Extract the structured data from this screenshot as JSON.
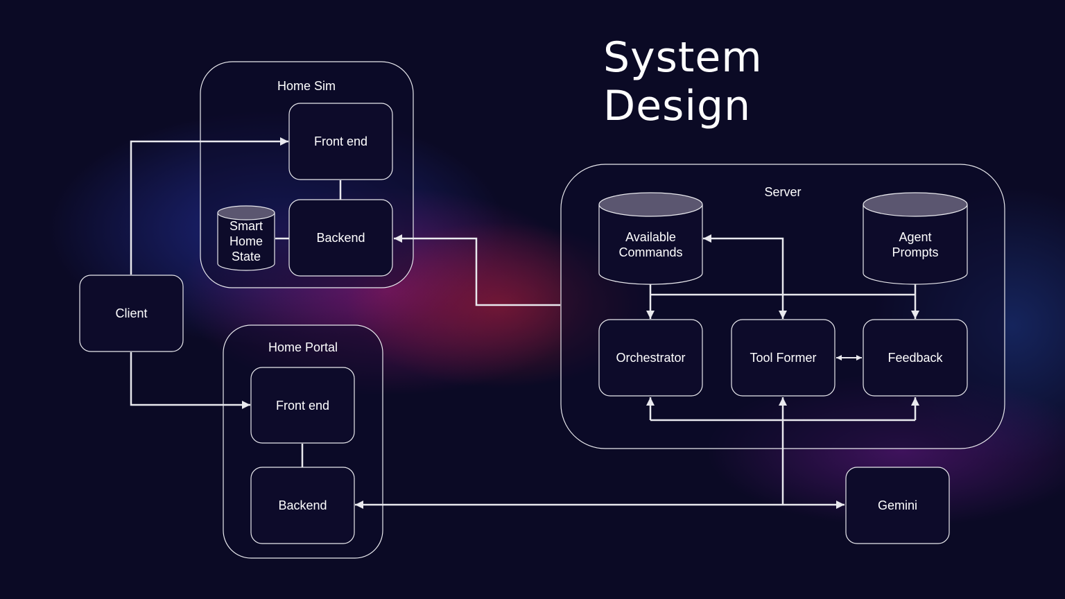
{
  "title": "System Design",
  "colors": {
    "background": "#0b0a25",
    "node_fill": "#0d0b2a",
    "stroke": "#e9e9ee",
    "db_top": "#5b5670",
    "glow_blue": "#1f2a8a",
    "glow_magenta": "#7a1463",
    "glow_red": "#7a1830"
  },
  "groups": {
    "home_sim": "Home Sim",
    "home_portal": "Home Portal",
    "server": "Server"
  },
  "nodes": {
    "client": "Client",
    "sim_frontend": "Front end",
    "sim_backend": "Backend",
    "smart_home_state": "Smart\nHome\nState",
    "portal_frontend": "Front end",
    "portal_backend": "Backend",
    "available_commands": "Available\nCommands",
    "agent_prompts": "Agent\nPrompts",
    "orchestrator": "Orchestrator",
    "tool_former": "Tool Former",
    "feedback": "Feedback",
    "gemini": "Gemini"
  }
}
